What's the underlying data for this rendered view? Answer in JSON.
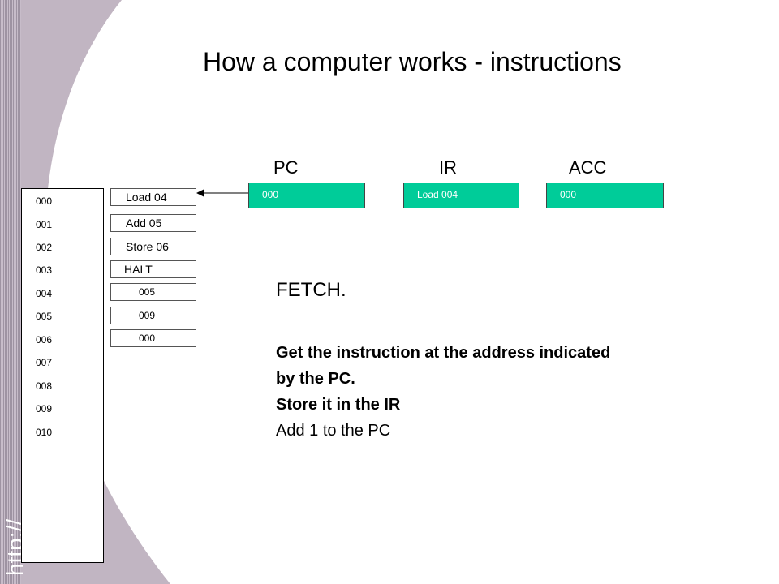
{
  "slide": {
    "title": "How a computer works - instructions",
    "watermark": "http://"
  },
  "memory": {
    "addresses": [
      "000",
      "001",
      "002",
      "003",
      "004",
      "005",
      "006",
      "007",
      "008",
      "009",
      "010"
    ],
    "cells": [
      "Load 04",
      "Add 05",
      "Store 06",
      "HALT",
      "005",
      "009",
      "000"
    ]
  },
  "registers": {
    "pc": {
      "label": "PC",
      "value": "000"
    },
    "ir": {
      "label": "IR",
      "value": "Load 004"
    },
    "acc": {
      "label": "ACC",
      "value": "000"
    },
    "color": "#00cc99"
  },
  "explanation": {
    "heading": "FETCH.",
    "line1": "Get the instruction at the address indicated",
    "line2": "by the PC.",
    "line3": "Store it in the IR",
    "line4": "Add 1 to the PC"
  }
}
